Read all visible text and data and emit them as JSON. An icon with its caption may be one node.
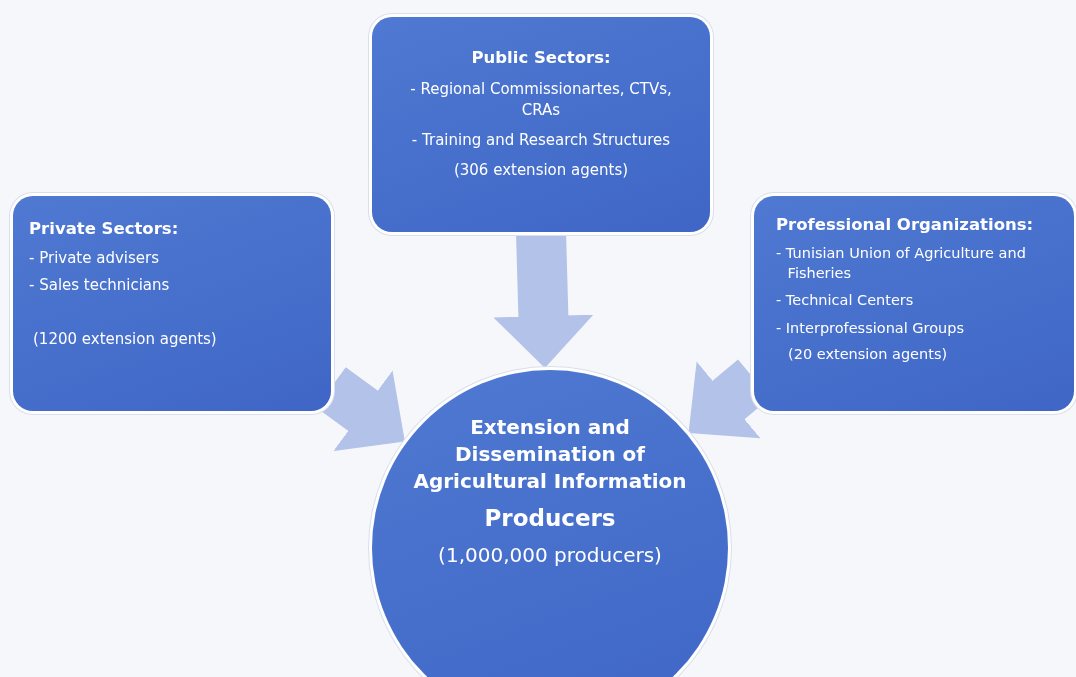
{
  "diagram": {
    "nodes": [
      {
        "text": [
          "Public Sectors:",
          "- Regional Commissionartes, CTVs, CRAs",
          "- Training and Research Structures",
          "(306 extension agents)"
        ]
      },
      {
        "text": [
          "Private Sectors:",
          "- Private advisers",
          "- Sales technicians",
          "(1200 extension agents)"
        ]
      },
      {
        "text": [
          "Professional Organizations:",
          "- Tunisian Union of Agriculture and Fisheries",
          "- Technical Centers",
          "- Interprofessional Groups",
          "(20 extension agents)"
        ]
      },
      {
        "text": [
          "Extension and Dissemination of Agricultural Information",
          "Producers",
          "(1,000,000 producers)"
        ]
      }
    ],
    "edges": [
      {
        "from": 0,
        "to": 3,
        "arrow": "to"
      },
      {
        "from": 1,
        "to": 3,
        "arrow": "to"
      },
      {
        "from": 2,
        "to": 3,
        "arrow": "to"
      }
    ]
  }
}
